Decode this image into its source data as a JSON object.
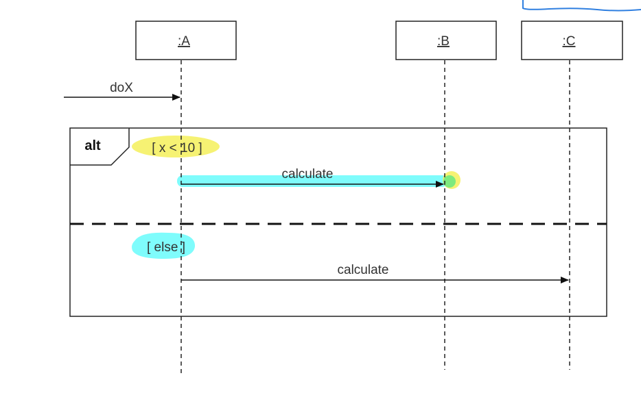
{
  "diagram": {
    "type": "uml-sequence",
    "lifelines": [
      {
        "id": "A",
        "label": ":A"
      },
      {
        "id": "B",
        "label": ":B"
      },
      {
        "id": "C",
        "label": ":C"
      }
    ],
    "messages": [
      {
        "id": "doX",
        "label": "doX",
        "from": "external",
        "to": "A"
      },
      {
        "id": "calc1",
        "label": "calculate",
        "from": "A",
        "to": "B"
      },
      {
        "id": "calc2",
        "label": "calculate",
        "from": "A",
        "to": "C"
      }
    ],
    "fragment": {
      "operator": "alt",
      "guards": [
        "[ x < 10 ]",
        "[ else ]"
      ]
    },
    "highlights": {
      "yellow": "#f5f05a",
      "cyan": "#7ffcfc",
      "green": "#7eea7e",
      "blue_pen": "#2f7fe0"
    }
  }
}
